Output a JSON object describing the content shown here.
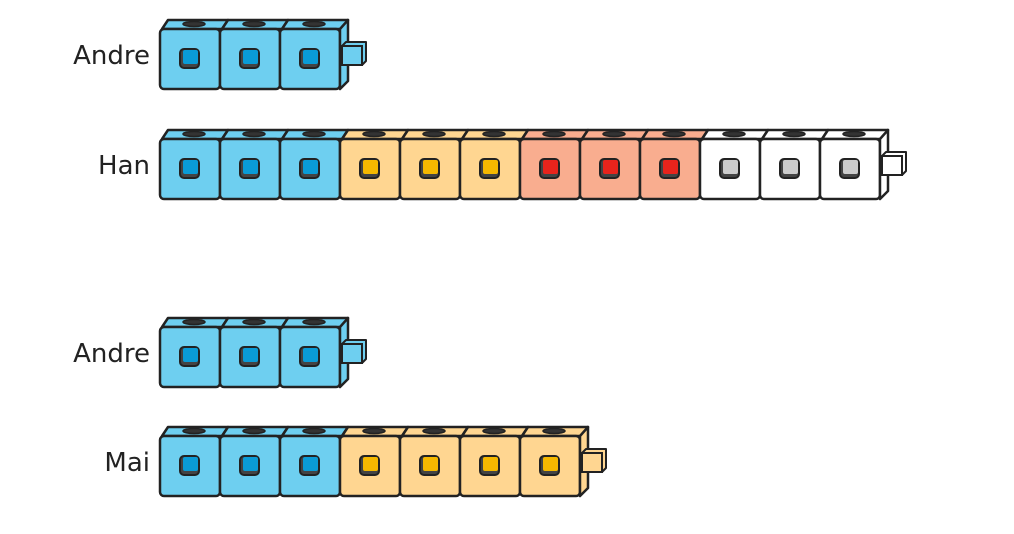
{
  "colors": {
    "blue": {
      "face": "#6ecff0",
      "inner": "#0a9bd6"
    },
    "yellow": {
      "face": "#ffd691",
      "inner": "#f5b800"
    },
    "red": {
      "face": "#f9ad8f",
      "inner": "#e8241c"
    },
    "white": {
      "face": "#ffffff",
      "inner": "#cccccc"
    },
    "outline": "#222222"
  },
  "rows": [
    {
      "name": "Andre",
      "cubes": [
        "blue",
        "blue",
        "blue"
      ]
    },
    {
      "name": "Han",
      "cubes": [
        "blue",
        "blue",
        "blue",
        "yellow",
        "yellow",
        "yellow",
        "red",
        "red",
        "red",
        "white",
        "white",
        "white"
      ]
    },
    {
      "name": "Andre",
      "cubes": [
        "blue",
        "blue",
        "blue"
      ]
    },
    {
      "name": "Mai",
      "cubes": [
        "blue",
        "blue",
        "blue",
        "yellow",
        "yellow",
        "yellow",
        "yellow"
      ]
    }
  ]
}
